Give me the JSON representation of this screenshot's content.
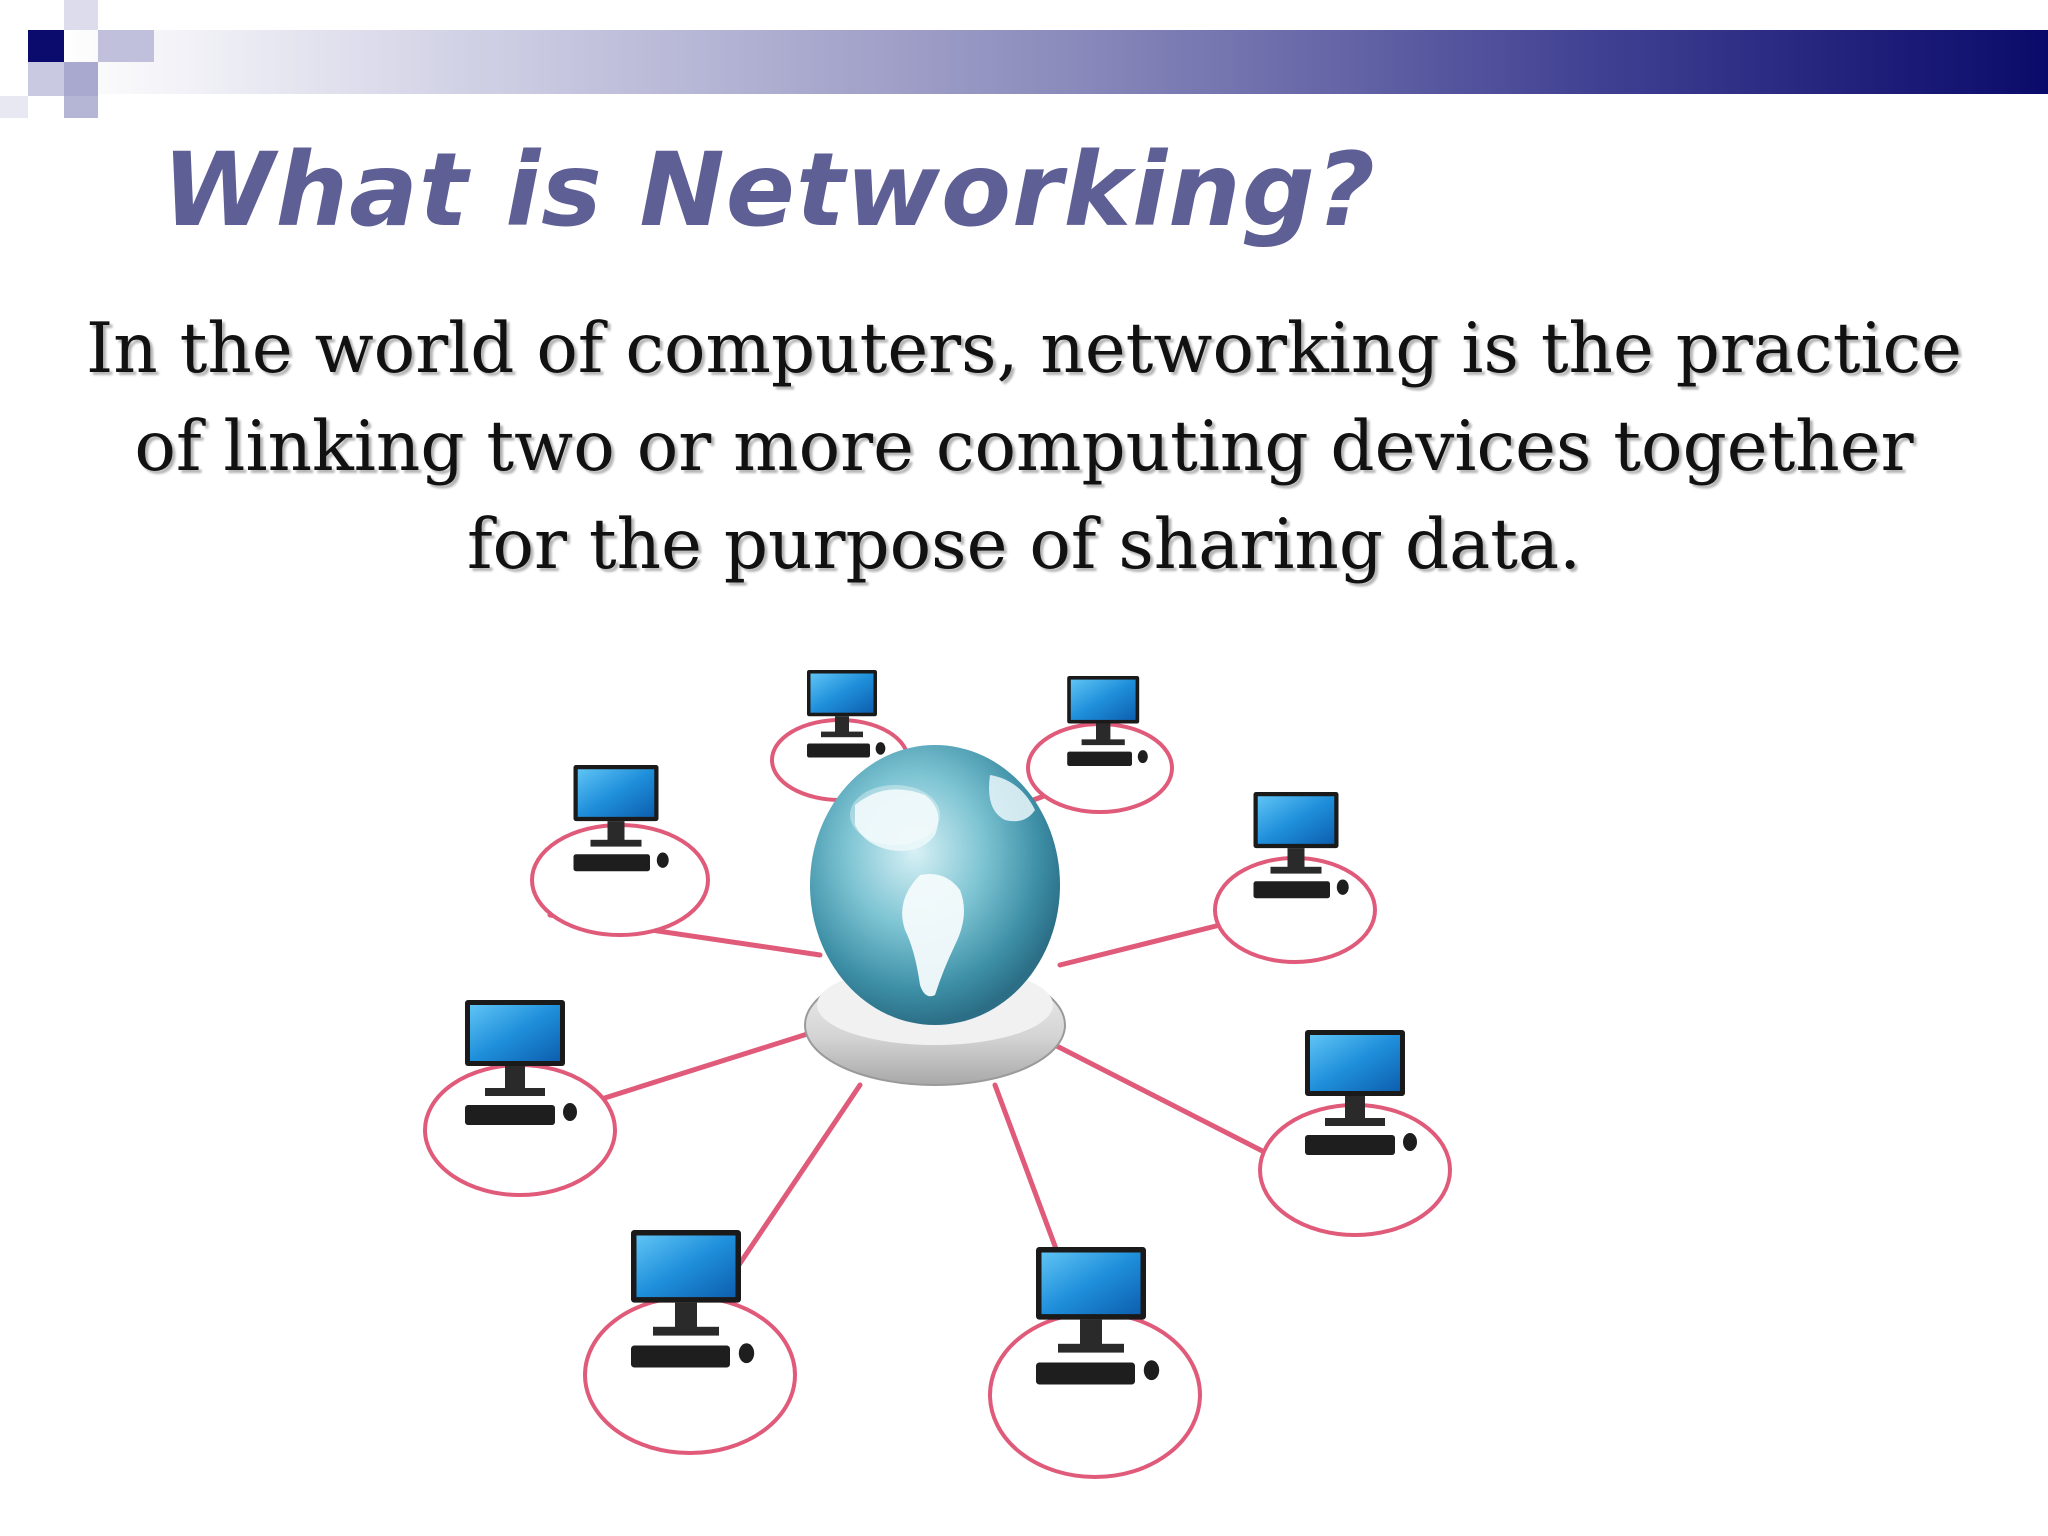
{
  "slide": {
    "title": "What is Networking?",
    "body": "In the world of computers, networking is the practice of linking two or more computing devices together for the purpose of sharing data."
  },
  "colors": {
    "title": "#5e5f95",
    "header_dark": "#0a0a6a",
    "header_mid": "#8d8dbd",
    "link_line": "#e05a7a",
    "screen_blue": "#1f8fdb",
    "globe_teal": "#4aa8bd"
  },
  "illustration": {
    "type": "star-network",
    "hub": "globe-icon",
    "node_icon": "desktop-computer-icon",
    "node_count": 8
  }
}
